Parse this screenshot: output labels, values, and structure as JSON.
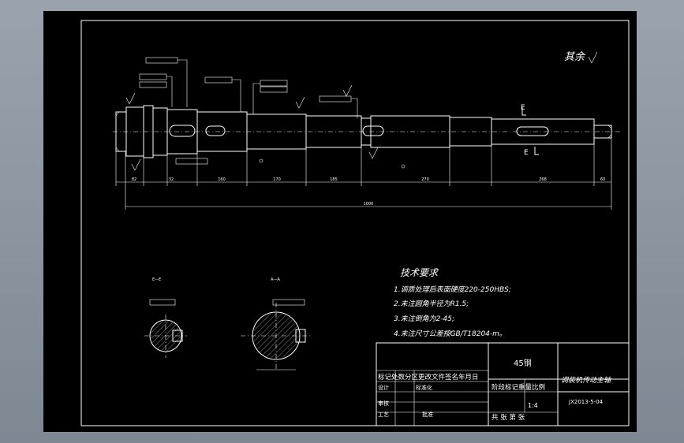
{
  "drawing": {
    "roughness_note": "其余",
    "tech_title": "技术要求",
    "tech_items": [
      "1.调质处理后表面硬度220-250HBS;",
      "2.未注圆角半径为R1.5;",
      "3.未注倒角为2-45;",
      "4.未注尺寸公差按GB/T18204-m。"
    ],
    "section_labels": [
      "E—E",
      "A—A"
    ],
    "datum_labels": [
      "E",
      "E"
    ],
    "total_length": "1000",
    "segment_dims": [
      "82",
      "32",
      "160",
      "170",
      "185",
      "270",
      "268",
      "60"
    ]
  },
  "title_block": {
    "material": "45钢",
    "part_name": "调装机传动主轴",
    "drawing_no": "JX2013-5-04",
    "scale": "1:4",
    "header_row": "标记处数分区更改文件签名年月日",
    "designer": "设计",
    "standardize": "标准化",
    "review": "审核",
    "process": "工艺",
    "approve": "批准",
    "stage_row": "阶段标记重量比例",
    "sheets_row": "共  张 第  张"
  },
  "colors": {
    "background": "#000000",
    "lines": "#ffffff",
    "frame": "#8a939d"
  }
}
